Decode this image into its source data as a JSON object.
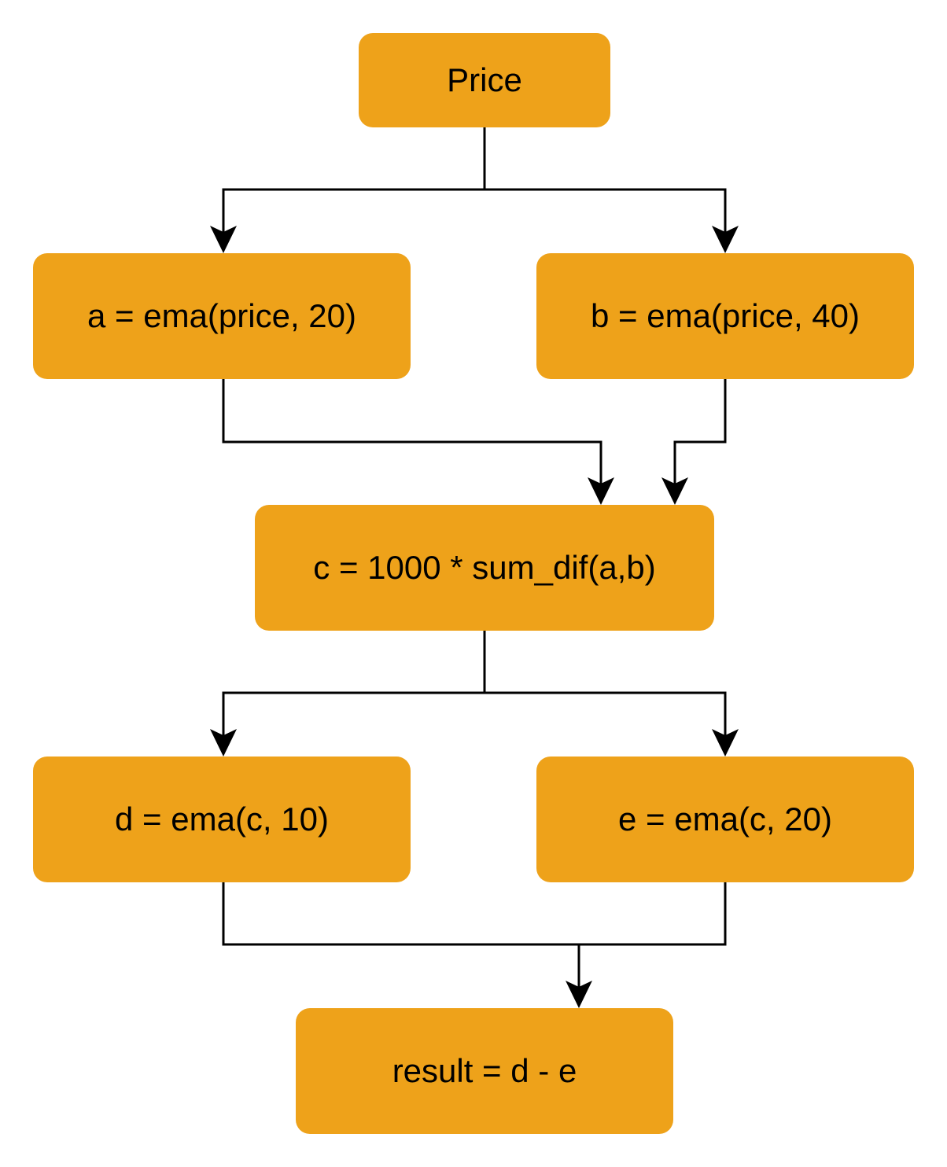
{
  "diagram": {
    "colors": {
      "node_fill": "#eea21a",
      "edge": "#000000",
      "text": "#000000"
    },
    "nodes": {
      "price": "Price",
      "a": "a = ema(price, 20)",
      "b": "b = ema(price, 40)",
      "c": "c = 1000 * sum_dif(a,b)",
      "d": "d = ema(c, 10)",
      "e": "e = ema(c, 20)",
      "result": "result = d - e"
    },
    "edges": [
      {
        "from": "price",
        "to": "a"
      },
      {
        "from": "price",
        "to": "b"
      },
      {
        "from": "a",
        "to": "c"
      },
      {
        "from": "b",
        "to": "c"
      },
      {
        "from": "c",
        "to": "d"
      },
      {
        "from": "c",
        "to": "e"
      },
      {
        "from": "d",
        "to": "result"
      },
      {
        "from": "e",
        "to": "result"
      }
    ]
  }
}
